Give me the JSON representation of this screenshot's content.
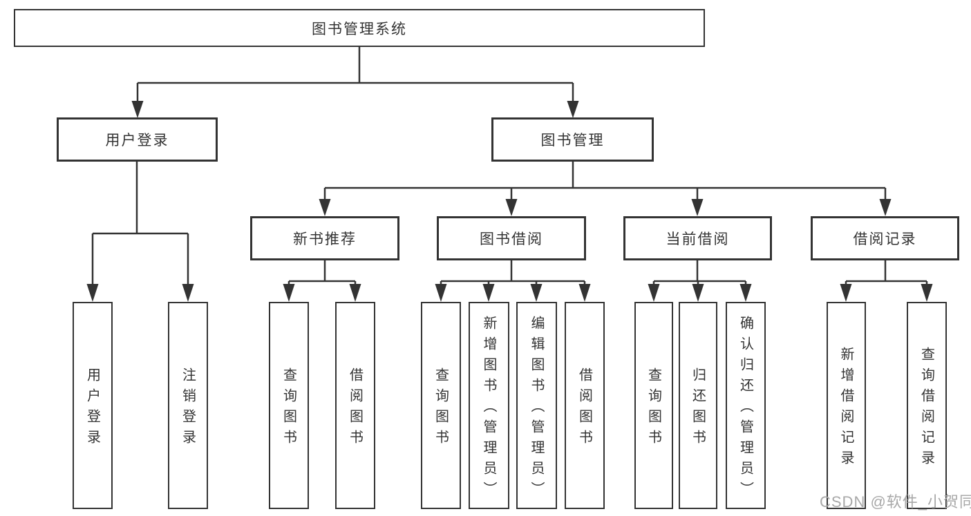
{
  "root": {
    "label": "图书管理系统"
  },
  "branches": [
    {
      "label": "用户登录",
      "children": [
        "用户登录",
        "注销登录"
      ]
    },
    {
      "label": "图书管理"
    }
  ],
  "modules": [
    {
      "label": "新书推荐",
      "children": [
        "查询图书",
        "借阅图书"
      ]
    },
    {
      "label": "图书借阅",
      "children": [
        "查询图书",
        "新增图书（管理员）",
        "编辑图书（管理员）",
        "借阅图书"
      ]
    },
    {
      "label": "当前借阅",
      "children": [
        "查询图书",
        "归还图书",
        "确认归还（管理员）"
      ]
    },
    {
      "label": "借阅记录",
      "children": [
        "新增借阅记录",
        "查询借阅记录"
      ]
    }
  ],
  "watermark": {
    "text": "CSDN @软件_小贺同学"
  },
  "colors": {
    "line": "#333333",
    "box_fill": "#ffffff",
    "text": "#333333",
    "watermark": "#a8a8a8"
  }
}
